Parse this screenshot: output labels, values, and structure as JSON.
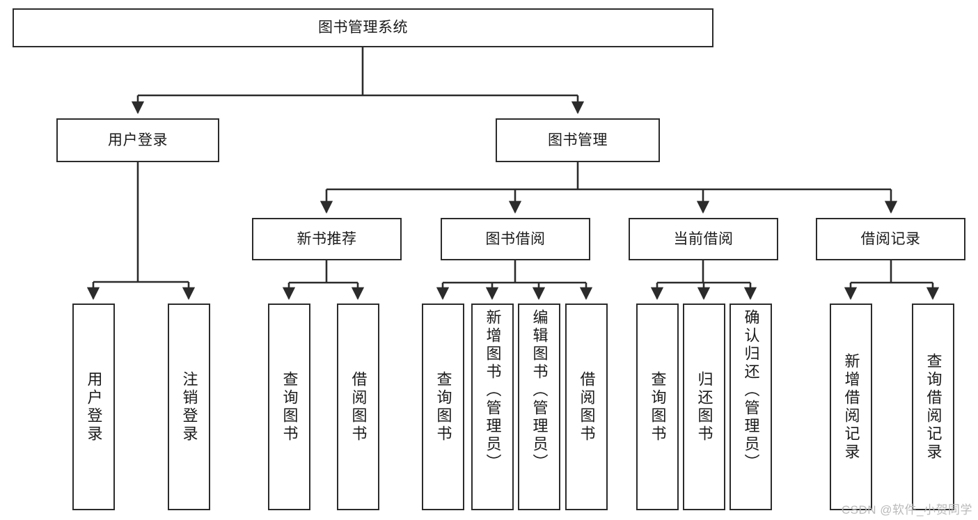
{
  "diagram": {
    "title": "图书管理系统",
    "type": "hierarchy-tree",
    "background_color": "#ffffff",
    "line_color": "#2b2b2b",
    "box_fill": "#ffffff",
    "levels": 4,
    "root": {
      "id": "root",
      "label": "图书管理系统"
    },
    "level2": [
      {
        "id": "user-login",
        "label": "用户登录"
      },
      {
        "id": "book-manage",
        "label": "图书管理"
      }
    ],
    "level3": [
      {
        "id": "new-book-recommend",
        "label": "新书推荐"
      },
      {
        "id": "book-borrow",
        "label": "图书借阅"
      },
      {
        "id": "current-borrow",
        "label": "当前借阅"
      },
      {
        "id": "borrow-record",
        "label": "借阅记录"
      }
    ],
    "leaves": {
      "user_login": [
        {
          "id": "leaf-user-login",
          "label": "用户登录"
        },
        {
          "id": "leaf-logout-login",
          "label": "注销登录"
        }
      ],
      "new_book_recommend": [
        {
          "id": "leaf-query-book-1",
          "label": "查询图书"
        },
        {
          "id": "leaf-borrow-book-1",
          "label": "借阅图书"
        }
      ],
      "book_borrow": [
        {
          "id": "leaf-query-book-2",
          "label": "查询图书"
        },
        {
          "id": "leaf-add-book",
          "label": "新增图书（管理员）"
        },
        {
          "id": "leaf-edit-book",
          "label": "编辑图书（管理员）"
        },
        {
          "id": "leaf-borrow-book-2",
          "label": "借阅图书"
        }
      ],
      "current_borrow": [
        {
          "id": "leaf-query-book-3",
          "label": "查询图书"
        },
        {
          "id": "leaf-return-book",
          "label": "归还图书"
        },
        {
          "id": "leaf-confirm-return",
          "label": "确认归还（管理员）"
        }
      ],
      "borrow_record": [
        {
          "id": "leaf-add-record",
          "label": "新增借阅记录"
        },
        {
          "id": "leaf-query-record",
          "label": "查询借阅记录"
        }
      ]
    }
  },
  "watermark": {
    "text": "CSDN @软件_小贺同学"
  }
}
